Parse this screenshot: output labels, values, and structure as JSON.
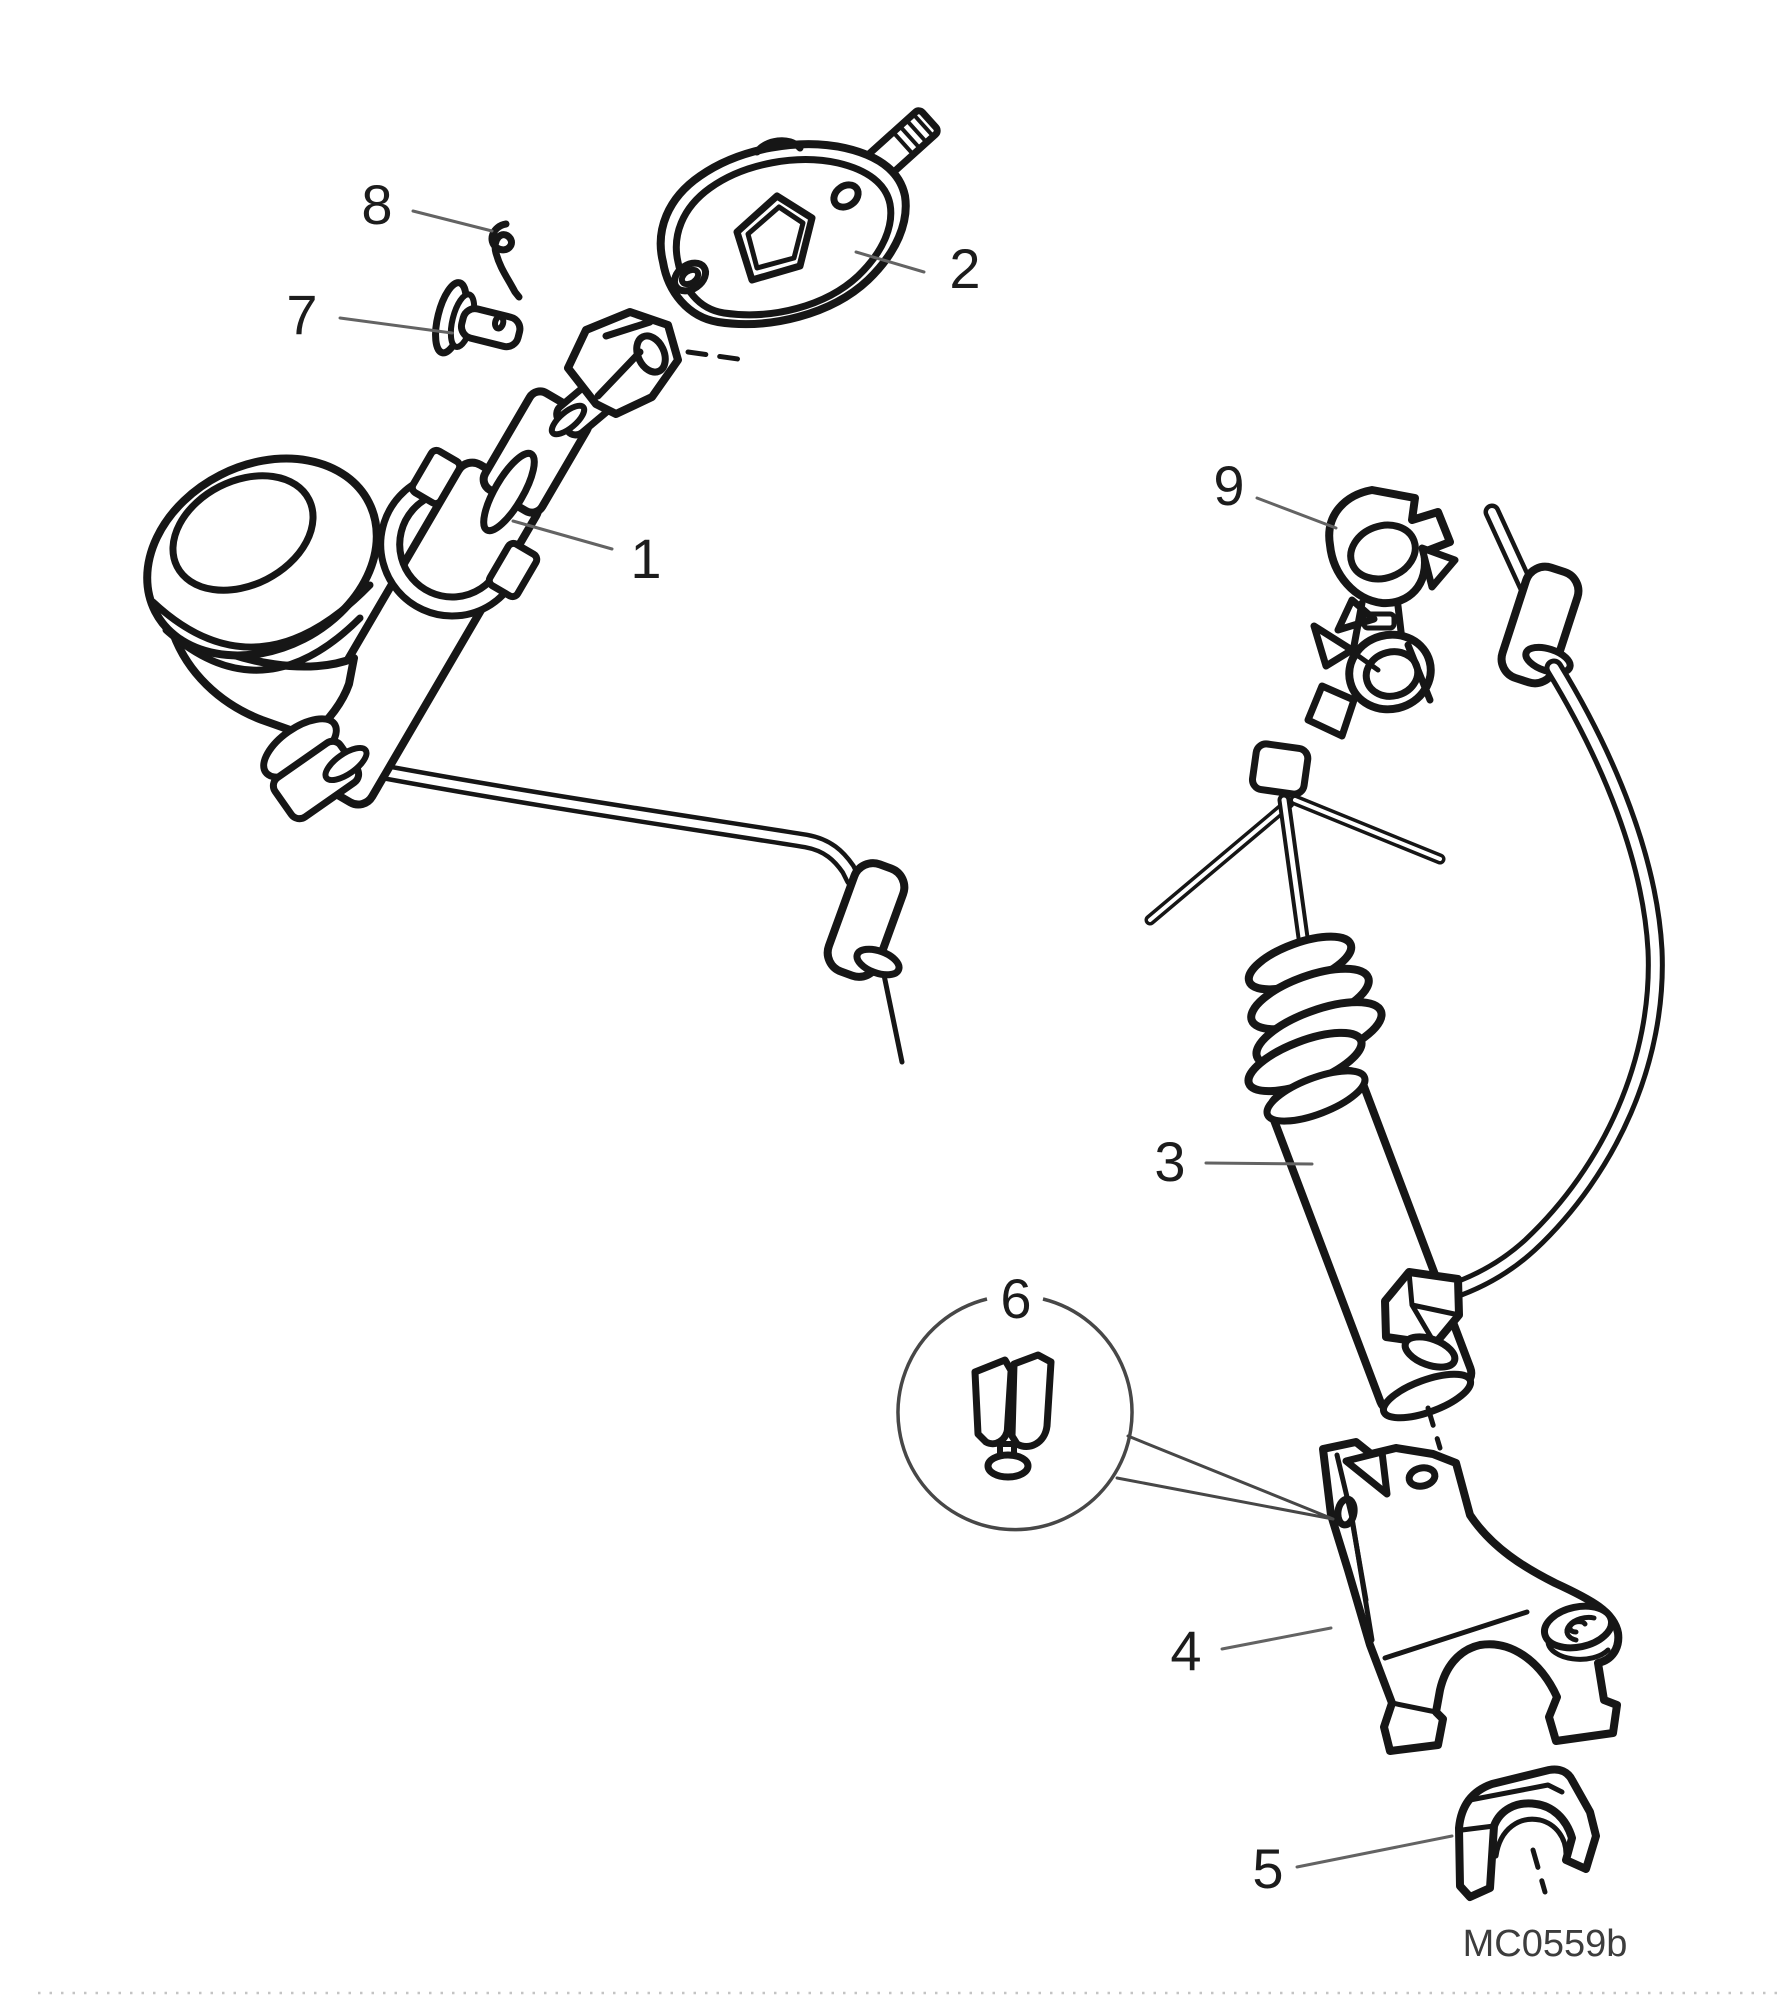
{
  "diagram": {
    "code": "MC0559b",
    "colors": {
      "background": "#ffffff",
      "line": "#161616",
      "leader": "#636363",
      "label": "#1c1c1c",
      "code_text": "#3d3d3d",
      "dotted_border": "#c4c4c4"
    },
    "callouts": [
      {
        "label": "1"
      },
      {
        "label": "2"
      },
      {
        "label": "3"
      },
      {
        "label": "4"
      },
      {
        "label": "5"
      },
      {
        "label": "6"
      },
      {
        "label": "7"
      },
      {
        "label": "8"
      },
      {
        "label": "9"
      }
    ]
  }
}
